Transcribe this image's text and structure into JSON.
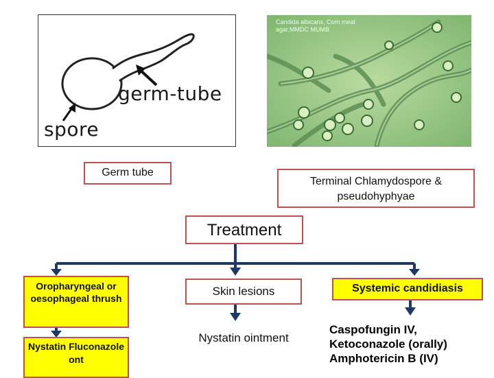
{
  "illustration": {
    "germ_tube_text": "germ-tube",
    "spore_text": "spore"
  },
  "micrograph": {
    "caption": "Candida albicans, Corn meal agar,MMDC MUMB"
  },
  "labels": {
    "germ_tube": "Germ tube",
    "chlamydospore": "Terminal Chlamydospore & pseudohyphyae"
  },
  "treatment": {
    "title": "Treatment",
    "branches": [
      {
        "condition": "Oropharyngeal or oesophageal thrush",
        "drug": "Nystatin Fluconazole ont"
      },
      {
        "condition": "Skin lesions",
        "drug": "Nystatin ointment"
      },
      {
        "condition": "Systemic candidiasis",
        "drug": "Caspofungin IV, Ketoconazole (orally) Amphotericin B (IV)"
      }
    ]
  },
  "colors": {
    "box_border": "#c0504d",
    "highlight": "#ffff00",
    "arrow": "#1f3864"
  }
}
